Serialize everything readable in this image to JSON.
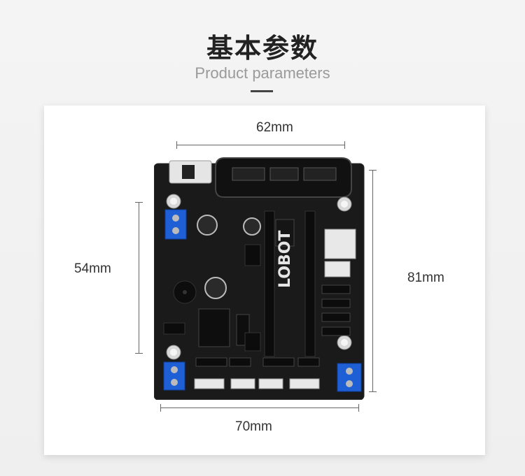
{
  "header": {
    "title_cn": "基本参数",
    "title_en": "Product parameters"
  },
  "dimensions": {
    "top_width": "62mm",
    "left_height": "54mm",
    "right_height": "81mm",
    "bottom_width": "70mm"
  },
  "board": {
    "brand": "LOBOT",
    "colors": {
      "pcb": "#1a1a1a",
      "terminal": "#1f5fd6",
      "connector": "#e8e8e8",
      "header": "#0c0c0c"
    }
  }
}
